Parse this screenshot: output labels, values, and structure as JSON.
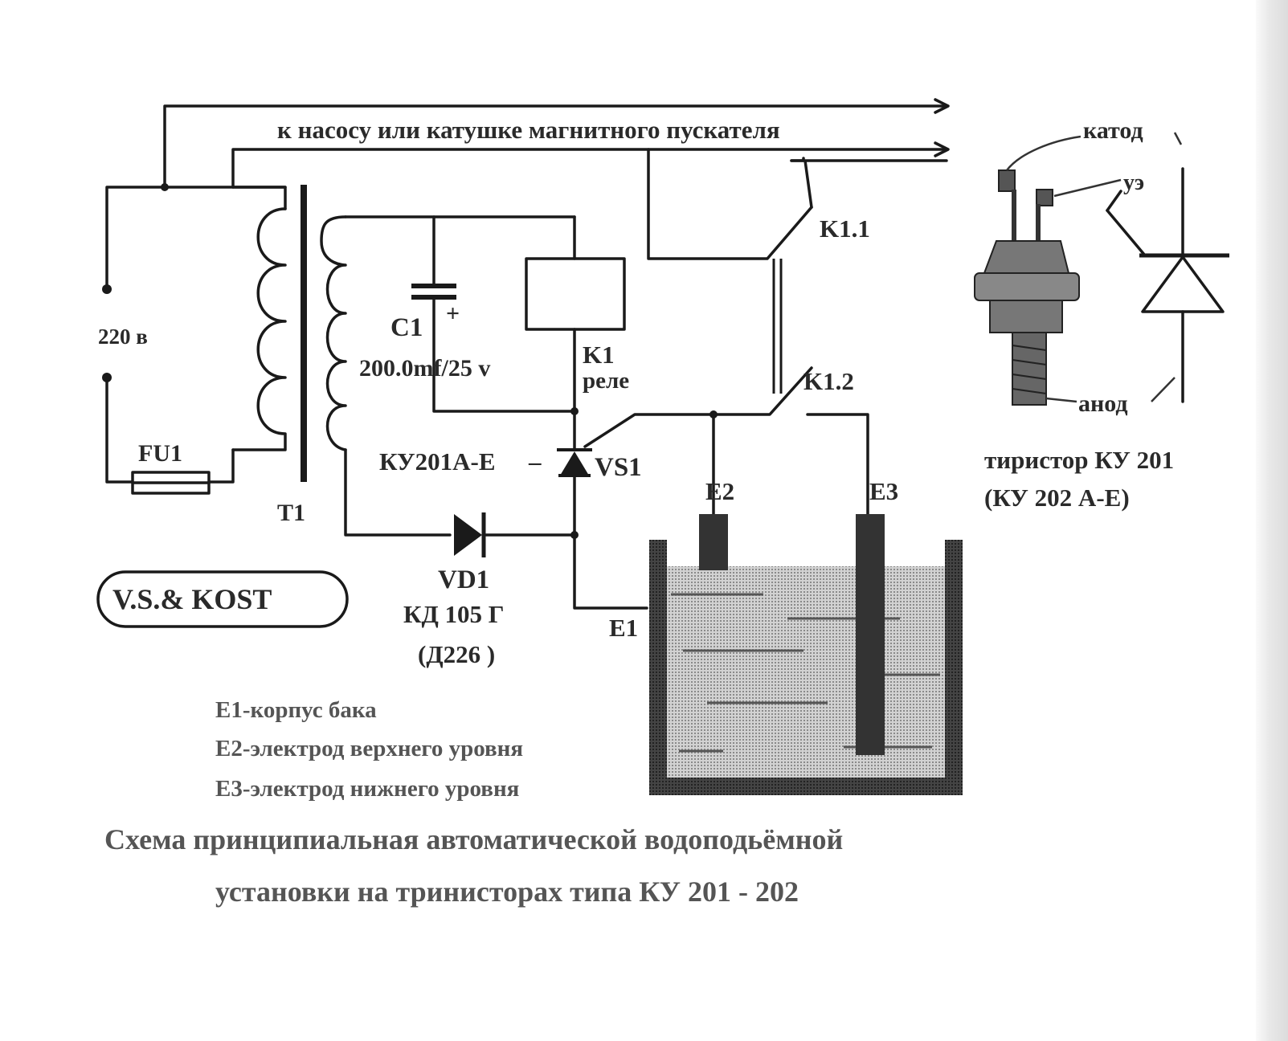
{
  "labels": {
    "pump_caption": "к насосу или катушке магнитного пускателя",
    "mains_voltage": "220 в",
    "fuse": "FU1",
    "transformer": "T1",
    "capacitor_ref": "C1",
    "capacitor_value": "200.0mf/25 v",
    "capacitor_plus": "+",
    "relay_ref": "K1",
    "relay_word": "реле",
    "contact_1": "K1.1",
    "contact_2": "K1.2",
    "thyristor_part": "КУ201А-Е",
    "thyristor_ref": "VS1",
    "diode_ref": "VD1",
    "diode_part": "КД 105 Г",
    "diode_alt": "(Д226 )",
    "electrode_1": "E1",
    "electrode_2": "E2",
    "electrode_3": "E3",
    "brand": "V.S.& KOST"
  },
  "inset": {
    "cathode": "катод",
    "gate": "уэ",
    "anode": "анод",
    "title_line1": "тиристор КУ 201",
    "title_line2": "(КУ 202 А-Е)"
  },
  "legend": [
    "E1-корпус бака",
    "E2-электрод верхнего уровня",
    "E3-электрод нижнего уровня"
  ],
  "caption": {
    "line1": "Схема принципиальная автоматической водоподьёмной",
    "line2": "установки на тринисторах типа КУ 201 - 202"
  }
}
